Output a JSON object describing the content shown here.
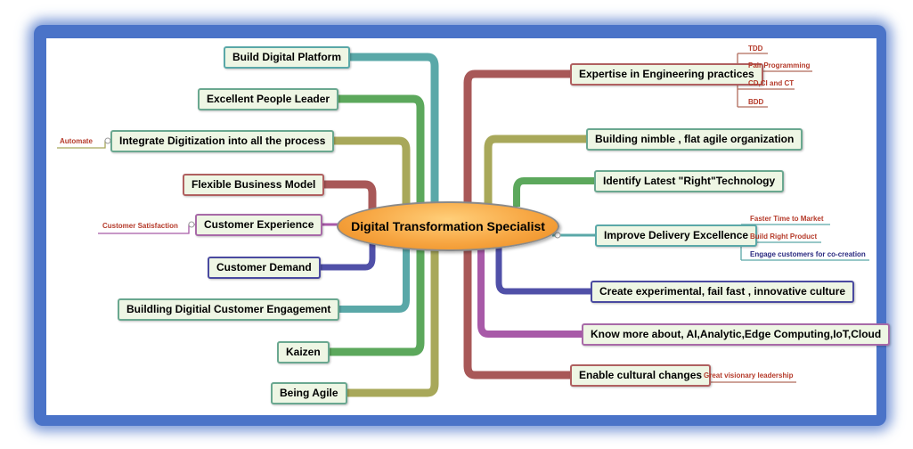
{
  "center": "Digital Transformation Specialist",
  "left_nodes": [
    "Build Digital Platform",
    "Excellent People Leader",
    "Integrate Digitization into all the process",
    "Flexible Business Model",
    "Customer Experience",
    "Customer Demand",
    "Buildling Digitial Customer Engagement",
    "Kaizen",
    "Being Agile"
  ],
  "left_leaves": {
    "automate": "Automate",
    "customer_satisfaction": "Customer Satisfaction"
  },
  "right_nodes": [
    "Expertise in Engineering practices",
    "Building nimble , flat agile organization",
    "Identify Latest \"Right\"Technology",
    "Improve Delivery Excellence",
    "Create experimental, fail fast , innovative culture",
    "Know more about, AI,Analytic,Edge Computing,IoT,Cloud",
    "Enable cultural changes"
  ],
  "engineering_leaves": [
    "TDD",
    "Pair Programming",
    "CD,CI and CT",
    "BDD"
  ],
  "delivery_leaves": [
    "Faster Time to Market",
    "Build Right Product",
    "Engage customers for co-creation"
  ],
  "culture_leaves": [
    "Great visionary leadership"
  ],
  "colors": {
    "frame": "#4a73c8",
    "center_fill": "#f7a642",
    "node_fill": "#eef6e4",
    "branch_teal": "#5aa8a8",
    "branch_green": "#5ca85c",
    "branch_olive": "#a8a85a",
    "branch_red": "#a85858",
    "branch_plum": "#a85aa8",
    "branch_navy": "#5050a8"
  }
}
